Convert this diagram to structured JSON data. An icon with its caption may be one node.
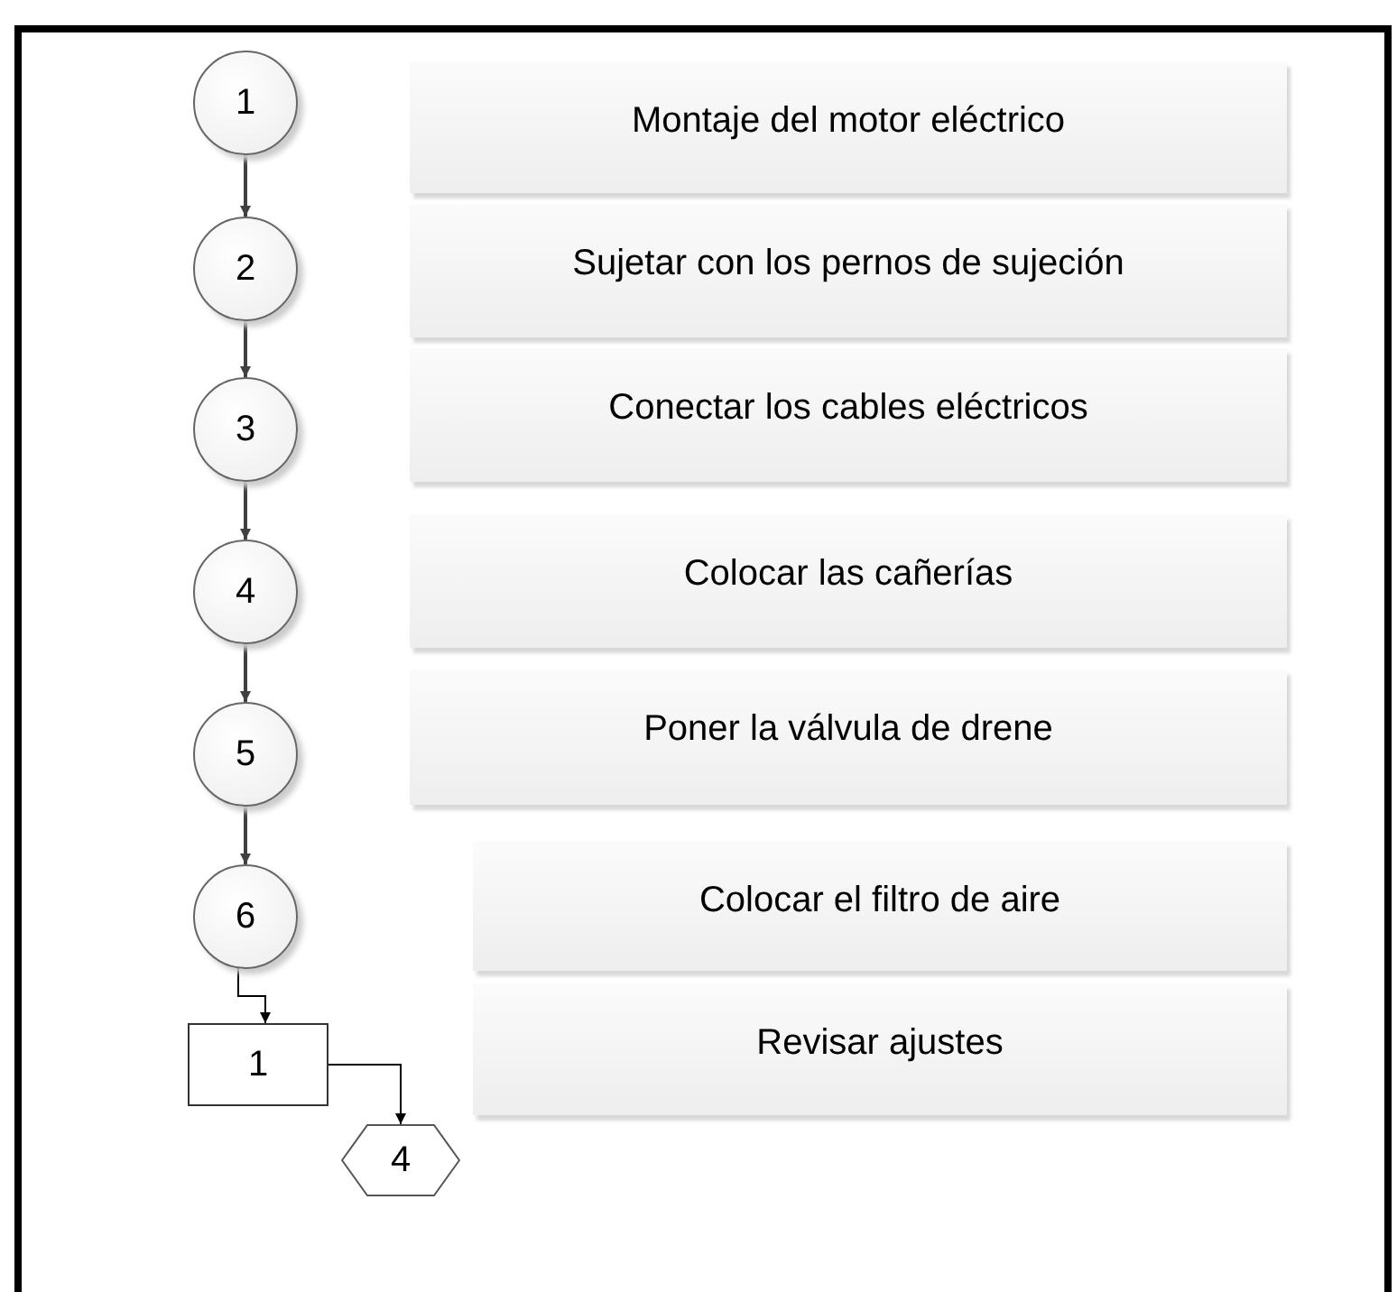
{
  "diagram": {
    "nodes": [
      {
        "text": [
          "1"
        ]
      },
      {
        "text": [
          "2"
        ]
      },
      {
        "text": [
          "3"
        ]
      },
      {
        "text": [
          "4"
        ]
      },
      {
        "text": [
          "5"
        ]
      },
      {
        "text": [
          "6"
        ]
      },
      {
        "text": [
          "1"
        ]
      },
      {
        "text": [
          "4"
        ]
      },
      {
        "text": [
          "Montaje del motor eléctrico"
        ]
      },
      {
        "text": [
          "Sujetar con los pernos de sujeción"
        ]
      },
      {
        "text": [
          "Conectar los cables eléctricos"
        ]
      },
      {
        "text": [
          "Colocar las cañerías"
        ]
      },
      {
        "text": [
          "Poner la válvula de drene"
        ]
      },
      {
        "text": [
          "Colocar el filtro de aire"
        ]
      },
      {
        "text": [
          "Revisar ajustes"
        ]
      }
    ],
    "edges": [
      {
        "from": 0,
        "to": 1,
        "arrow": "to"
      },
      {
        "from": 1,
        "to": 2,
        "arrow": "to"
      },
      {
        "from": 2,
        "to": 3,
        "arrow": "to"
      },
      {
        "from": 3,
        "to": 4,
        "arrow": "to"
      },
      {
        "from": 4,
        "to": 5,
        "arrow": "to"
      },
      {
        "from": 5,
        "to": 6,
        "arrow": "to",
        "color": "#000000"
      },
      {
        "from": 6,
        "to": 7,
        "arrow": "to",
        "color": "#000000"
      }
    ]
  }
}
